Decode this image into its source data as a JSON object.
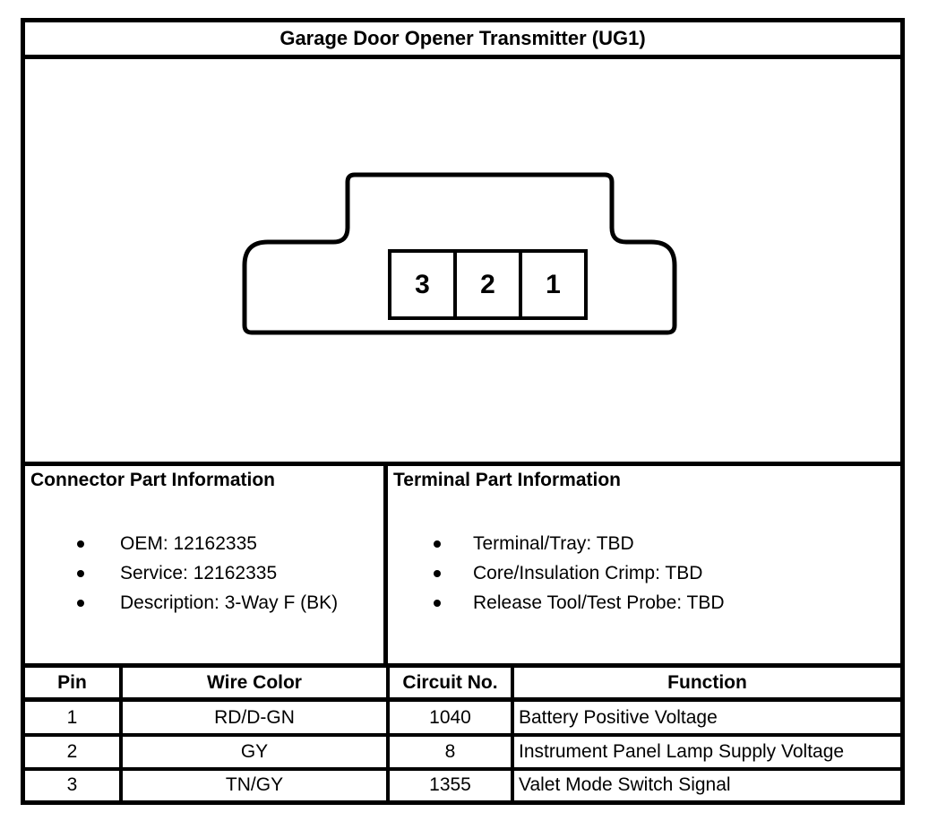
{
  "title": "Garage Door Opener Transmitter (UG1)",
  "diagram": {
    "name": "3-way connector face view",
    "cavities": [
      "3",
      "2",
      "1"
    ]
  },
  "connector_info": {
    "heading": "Connector Part Information",
    "items": [
      "OEM: 12162335",
      "Service: 12162335",
      "Description: 3-Way F (BK)"
    ]
  },
  "terminal_info": {
    "heading": "Terminal Part Information",
    "items": [
      "Terminal/Tray: TBD",
      "Core/Insulation Crimp: TBD",
      "Release Tool/Test Probe: TBD"
    ]
  },
  "pin_table": {
    "headers": [
      "Pin",
      "Wire Color",
      "Circuit No.",
      "Function"
    ],
    "rows": [
      {
        "pin": "1",
        "wire_color": "RD/D-GN",
        "circuit_no": "1040",
        "function": "Battery Positive Voltage"
      },
      {
        "pin": "2",
        "wire_color": "GY",
        "circuit_no": "8",
        "function": "Instrument Panel Lamp Supply Voltage"
      },
      {
        "pin": "3",
        "wire_color": "TN/GY",
        "circuit_no": "1355",
        "function": "Valet Mode Switch Signal"
      }
    ]
  },
  "colors": {
    "line": "#000000",
    "background": "#ffffff"
  }
}
